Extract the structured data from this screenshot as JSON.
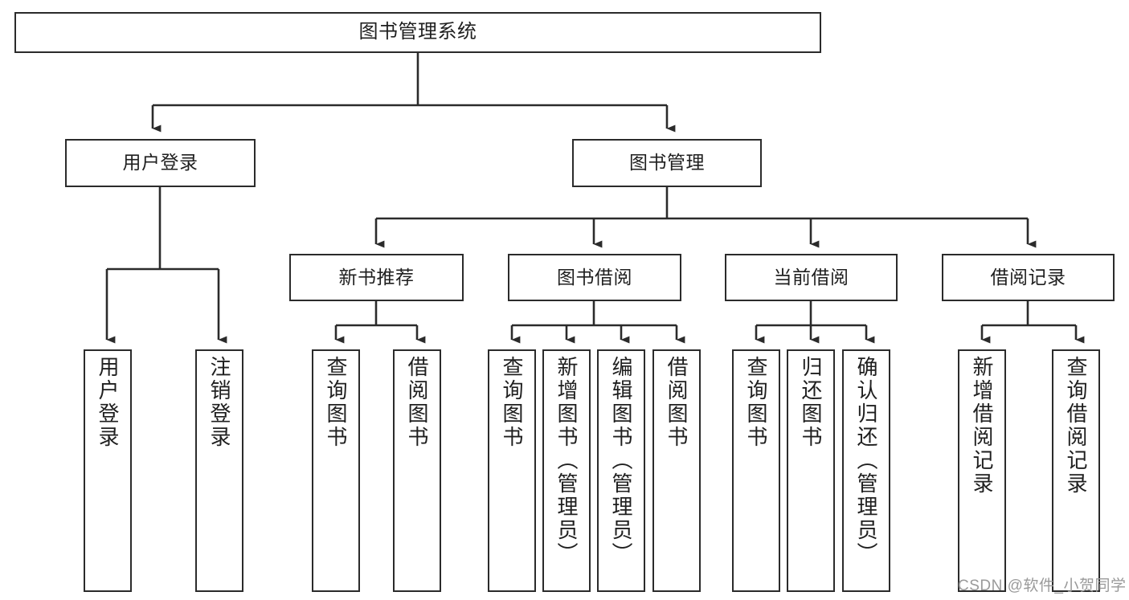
{
  "diagram": {
    "title": "图书管理系统",
    "type": "tree-hierarchy",
    "watermark": "CSDN @软件_小贺同学",
    "colors": {
      "background": "#ffffff",
      "box_border": "#2b2b2b",
      "box_fill": "#ffffff",
      "text": "#1f1f1f",
      "connector": "#2b2b2b",
      "watermark": "#9a9a9a"
    },
    "nodes": {
      "root": {
        "label": "图书管理系统"
      },
      "level2": [
        {
          "label": "用户登录"
        },
        {
          "label": "图书管理"
        }
      ],
      "level3": [
        {
          "label": "新书推荐"
        },
        {
          "label": "图书借阅"
        },
        {
          "label": "当前借阅"
        },
        {
          "label": "借阅记录"
        }
      ],
      "leaves": {
        "user_login": [
          {
            "label": "用户登录"
          },
          {
            "label": "注销登录"
          }
        ],
        "new_book": [
          {
            "label": "查询图书"
          },
          {
            "label": "借阅图书"
          }
        ],
        "book_borrow": [
          {
            "label": "查询图书"
          },
          {
            "label": "新增图书（管理员）"
          },
          {
            "label": "编辑图书（管理员）"
          },
          {
            "label": "借阅图书"
          }
        ],
        "current_borrow": [
          {
            "label": "查询图书"
          },
          {
            "label": "归还图书"
          },
          {
            "label": "确认归还（管理员）"
          }
        ],
        "borrow_record": [
          {
            "label": "新增借阅记录"
          },
          {
            "label": "查询借阅记录"
          }
        ]
      }
    }
  }
}
